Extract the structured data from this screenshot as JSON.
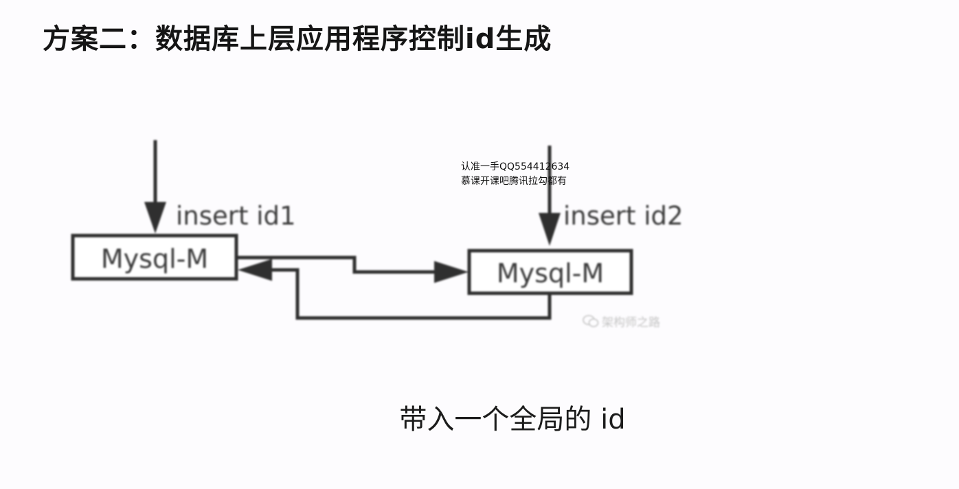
{
  "slide": {
    "title": "方案二：数据库上层应用程序控制id生成"
  },
  "diagram": {
    "left_node": {
      "label": "Mysql-M",
      "insert_label": "insert id1"
    },
    "right_node": {
      "label": "Mysql-M",
      "insert_label": "insert id2"
    },
    "source_mark": "架构师之路",
    "line_color": "#2f2f2f",
    "text_color": "#3a3a3a"
  },
  "watermark": {
    "line1": "认准一手QQ554412634",
    "line2": "慕课开课吧腾讯拉勾都有"
  },
  "subtitle": {
    "text": "带入一个全局的 id"
  }
}
